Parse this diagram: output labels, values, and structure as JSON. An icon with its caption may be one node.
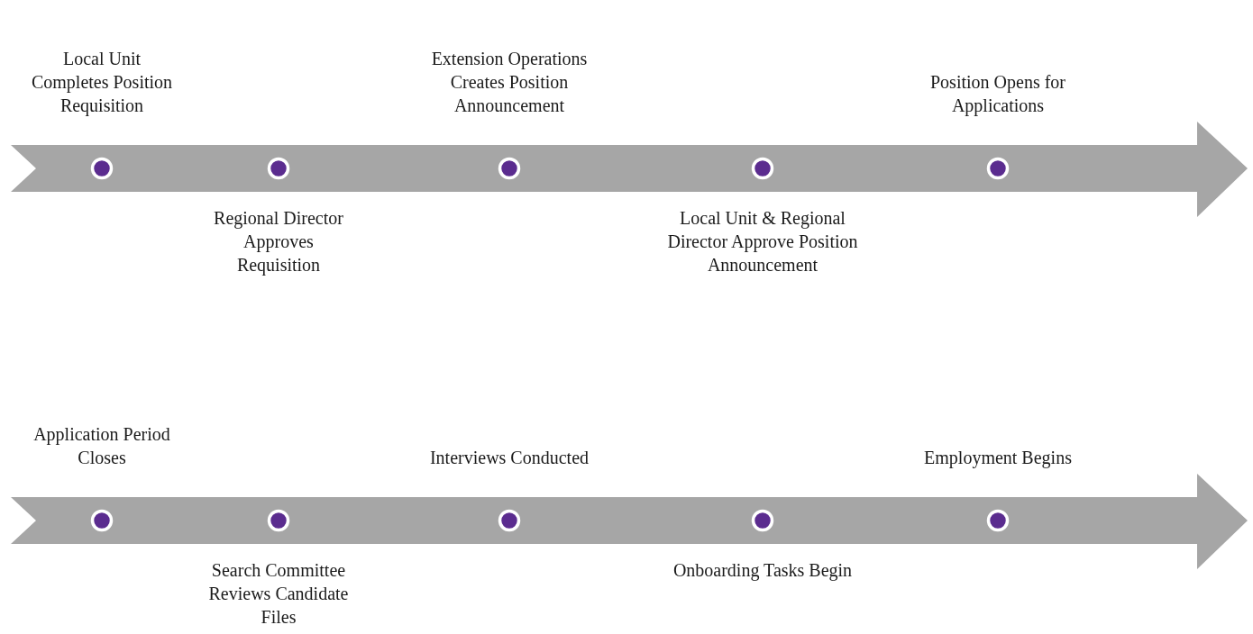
{
  "diagram": {
    "nodes": [
      {
        "text": [],
        "shape": "circle",
        "beside": [
          "Local Unit Completes Position Requisition"
        ]
      },
      {
        "text": [],
        "shape": "circle",
        "beside": [
          "Regional Director Approves Requisition"
        ]
      },
      {
        "text": [],
        "shape": "circle",
        "beside": [
          "Extension Operations Creates Position Announcement"
        ]
      },
      {
        "text": [],
        "shape": "circle",
        "beside": [
          "Local Unit & Regional Director Approve Position Announcement"
        ]
      },
      {
        "text": [],
        "shape": "circle",
        "beside": [
          "Position Opens for Applications"
        ]
      },
      {
        "text": [],
        "shape": "circle",
        "beside": [
          "Application Period Closes"
        ]
      },
      {
        "text": [],
        "shape": "circle",
        "beside": [
          "Search Committee Reviews Candidate Files"
        ]
      },
      {
        "text": [],
        "shape": "circle",
        "beside": [
          "Interviews Conducted"
        ]
      },
      {
        "text": [],
        "shape": "circle",
        "beside": [
          "Onboarding Tasks Begin"
        ]
      },
      {
        "text": [],
        "shape": "circle",
        "beside": [
          "Employment Begins"
        ]
      }
    ]
  }
}
